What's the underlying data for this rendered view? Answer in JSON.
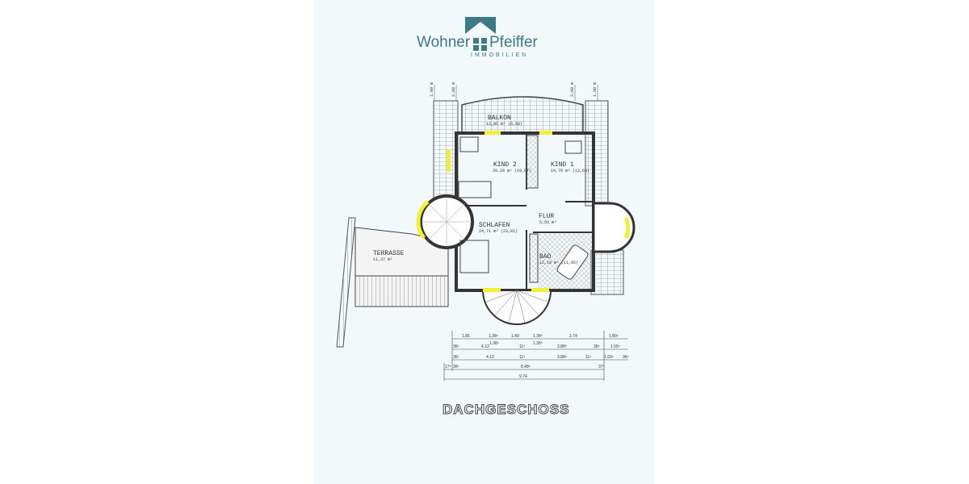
{
  "logo": {
    "word_left": "Wohner",
    "word_right": "Pfeiffer",
    "subtitle": "IMMOBILIEN",
    "color": "#3b7a86"
  },
  "rooms": [
    {
      "name": "BALKON",
      "area": "13,96 m² (6,98)"
    },
    {
      "name": "KIND 2",
      "area": "20,29 m² (19,07)"
    },
    {
      "name": "KIND 1",
      "area": "14,79 m² (12,63)"
    },
    {
      "name": "SCHLAFEN",
      "area": "24,71 m² (23,81)"
    },
    {
      "name": "FLUR",
      "area": "5,59 m²"
    },
    {
      "name": "BAD",
      "area": "12,18 m² (11,85)"
    },
    {
      "name": "TERRASSE",
      "area": "11,37 m²"
    }
  ],
  "height_marks": [
    "1.00 m",
    "2.00 m",
    "2.00 m",
    "1.00 m"
  ],
  "dimensions": {
    "row1": [
      "1.85",
      "1.38⁵",
      "1.49",
      "1.38⁵",
      "2.74",
      "1.80⁵"
    ],
    "row2": [
      "36⁵",
      "4.12",
      "1.38⁵",
      "11⁵",
      "1.38⁵",
      "3.88⁵",
      "36⁵",
      "1.55⁵"
    ],
    "row3": [
      "36⁵",
      "4.12",
      "11⁵",
      "3.88⁵",
      "11⁵",
      "1.69⁵",
      "36⁵"
    ],
    "row4": [
      "17⁵",
      "36⁵",
      "8.48⁵",
      "37⁵"
    ],
    "row5": [
      "9.74"
    ]
  },
  "title": "DACHGESCHOSS",
  "colors": {
    "highlight": "#f2ee3a",
    "line": "#333333"
  }
}
